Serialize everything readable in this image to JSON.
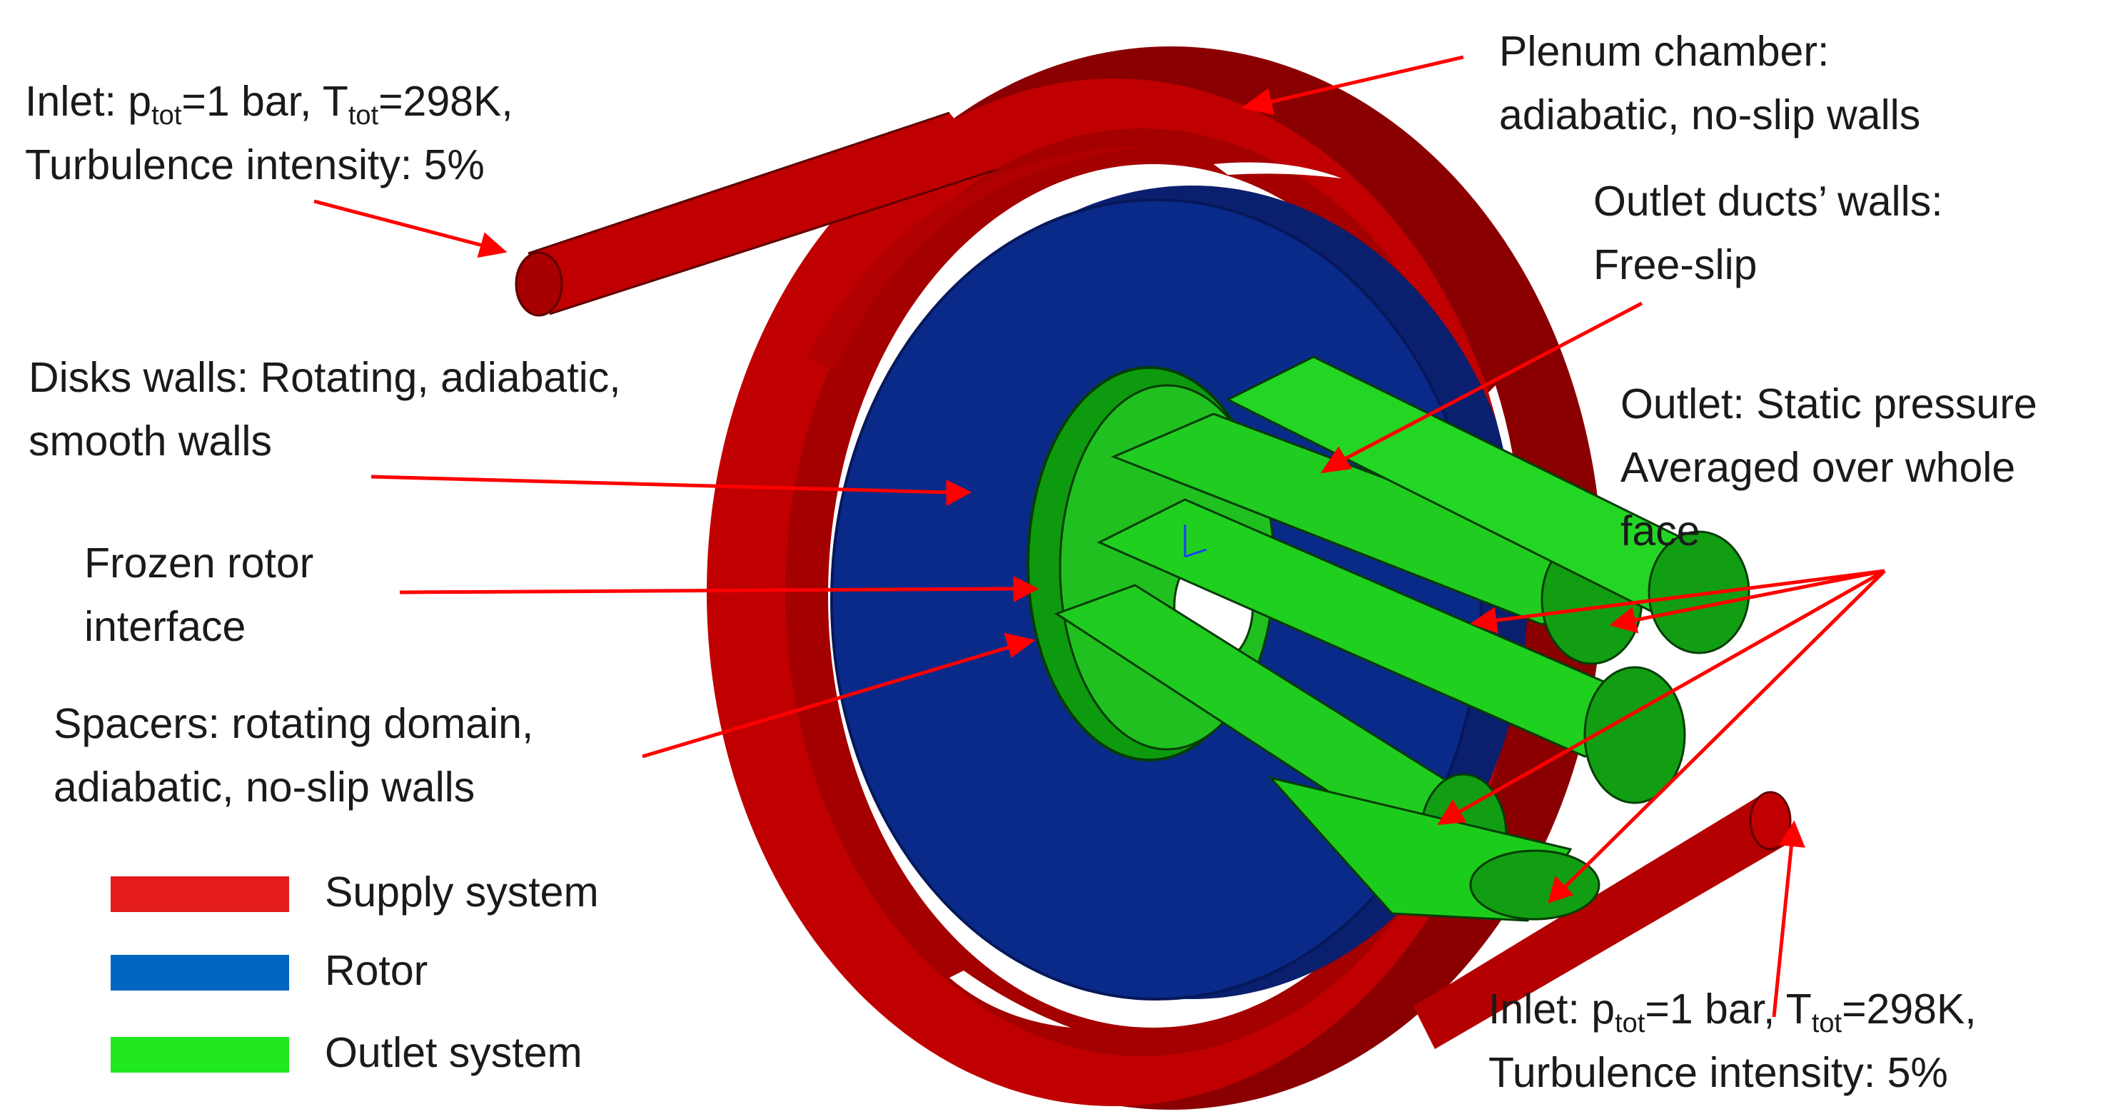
{
  "colors": {
    "supply": "#c00000",
    "supply_dark": "#7d0000",
    "supply_mid": "#a40000",
    "rotor": "#0a2a8a",
    "rotor_legend": "#0066c0",
    "outlet": "#1ad61a",
    "outlet_dark": "#0e9a0e",
    "arrow": "#ff0000"
  },
  "labels": {
    "inlet_top": {
      "p_prefix": "Inlet: p",
      "p_sub": "tot",
      "p_mid": "=1 bar, T",
      "t_sub": "tot",
      "t_suffix": "=298K,",
      "line2": "Turbulence intensity: 5%"
    },
    "plenum": {
      "line1": "Plenum chamber:",
      "line2": "adiabatic, no-slip walls"
    },
    "outlet_ducts": {
      "line1": "Outlet ducts’ walls:",
      "line2": "Free-slip"
    },
    "disks": {
      "line1": "Disks walls: Rotating, adiabatic,",
      "line2": "smooth walls"
    },
    "outlet": {
      "line1": "Outlet: Static pressure",
      "line2": "Averaged over whole",
      "line3": "face"
    },
    "frozen": {
      "line1": "Frozen rotor",
      "line2": "interface"
    },
    "spacers": {
      "line1": "Spacers: rotating domain,",
      "line2": "adiabatic, no-slip walls"
    },
    "inlet_bottom": {
      "p_prefix": "Inlet: p",
      "p_sub": "tot",
      "p_mid": "=1 bar, T",
      "t_sub": "tot",
      "t_suffix": "=298K,",
      "line2": "Turbulence intensity: 5%"
    }
  },
  "legend": [
    {
      "label": "Supply system",
      "color": "#e41b1b"
    },
    {
      "label": "Rotor",
      "color": "#0066c0"
    },
    {
      "label": "Outlet system",
      "color": "#1fe81f"
    }
  ]
}
